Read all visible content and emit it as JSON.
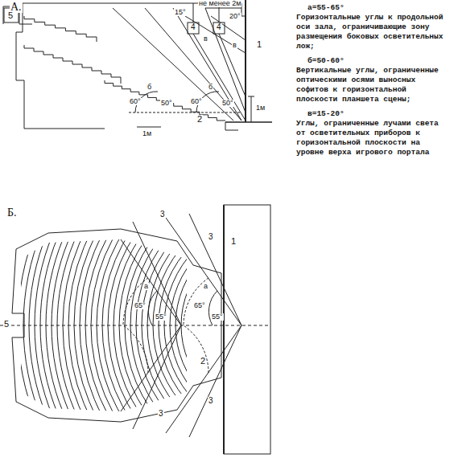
{
  "diagram": {
    "labels": [
      "А.",
      "не менее 2м",
      "15°",
      "20°",
      "5",
      "4",
      "4",
      "в",
      "в",
      "1",
      "1м",
      "б",
      "б",
      "60°",
      "50°",
      "60°",
      "50°",
      "2",
      "1м",
      "Б.",
      "1",
      "5",
      "3",
      "3",
      "3",
      "3",
      "2",
      "а",
      "а",
      "65°",
      "55°",
      "65°",
      "55°",
      "а=55-65°",
      "Горизонтальные углы к продольной оси зала, ограничивающие зону размещения боковых осветительных лож;",
      "б=50-60°",
      "Вертикальные углы, ограниченные оптическими осями выносных софитов к горизонтальной плоскости планшета сцены;",
      "в=15-20°",
      "Углы, ограниченные лучами света от осветительных приборов к горизонтальной плоскости на уровне верха игрового портала"
    ]
  }
}
